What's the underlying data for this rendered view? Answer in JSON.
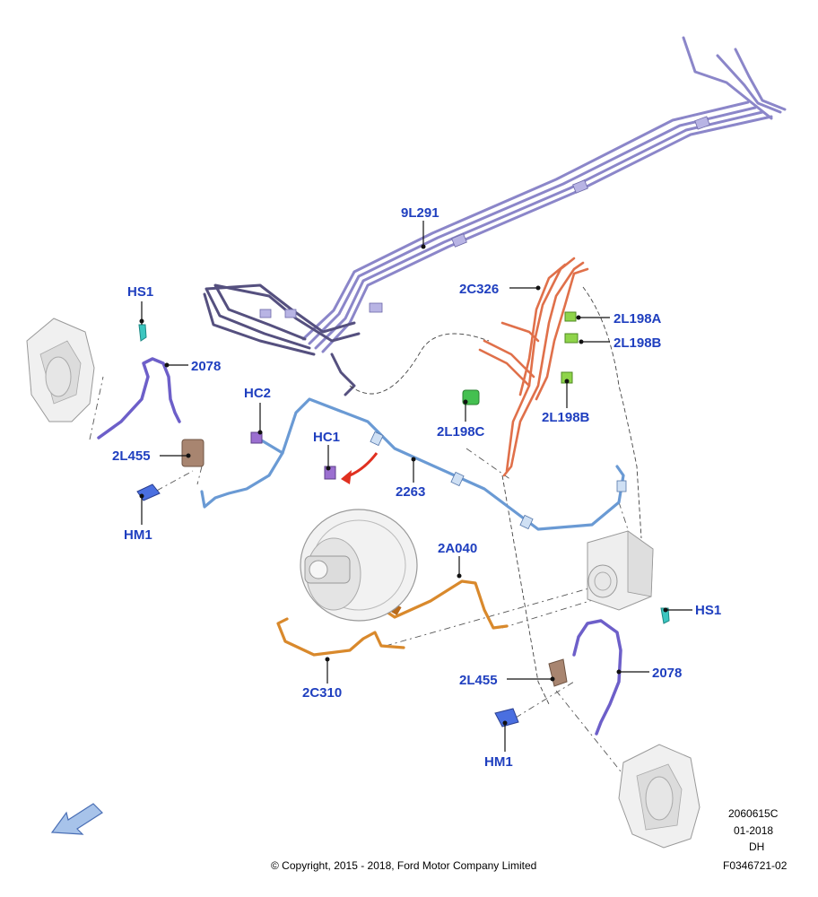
{
  "labels": {
    "l_9L291": "9L291",
    "l_2C326": "2C326",
    "l_2L198A": "2L198A",
    "l_2L198B_a": "2L198B",
    "l_2L198B_b": "2L198B",
    "l_2L198C": "2L198C",
    "l_HS1_left": "HS1",
    "l_2078_left": "2078",
    "l_HC2": "HC2",
    "l_HC1": "HC1",
    "l_2263": "2263",
    "l_2L455_left": "2L455",
    "l_HM1_left": "HM1",
    "l_2A040": "2A040",
    "l_2C310": "2C310",
    "l_HS1_right": "HS1",
    "l_2078_right": "2078",
    "l_2L455_right": "2L455",
    "l_HM1_right": "HM1"
  },
  "footer": {
    "copyright": "© Copyright, 2015 - 2018, Ford Motor Company Limited",
    "code1": "2060615C",
    "code2": "01-2018",
    "code3": "DH",
    "code4": "F0346721-02"
  },
  "colors": {
    "label": "#1f3fbf",
    "rear_lines": "#8b86c9",
    "front_lines": "#e0704a",
    "main_pipe": "#6a9ad4",
    "front_caliper_pipe": "#d9892c",
    "hose": "#6d5fc9",
    "bracket": "#a88570",
    "sensor": "#3cc6c0",
    "clip_green": "#8fd44a",
    "clip_purple": "#9b6fd0",
    "arrow_red": "#e03020"
  },
  "icons": {
    "direction_arrow": "arrow-down-left-icon"
  }
}
